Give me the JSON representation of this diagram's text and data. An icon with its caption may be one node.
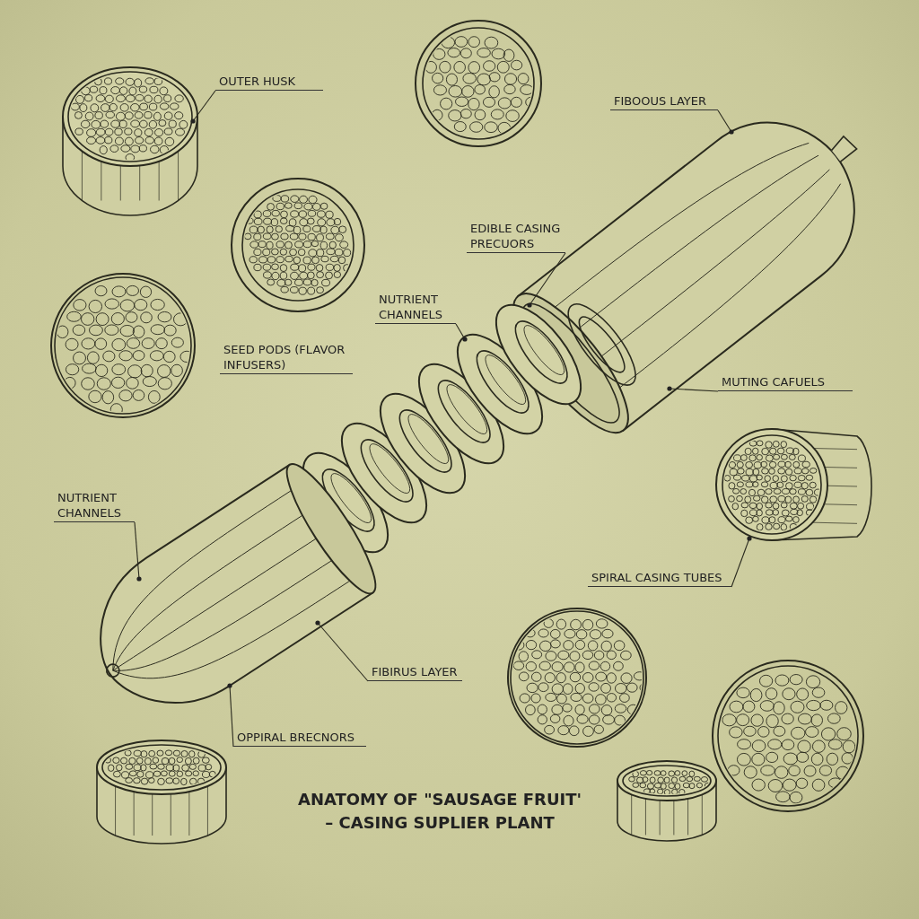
{
  "diagram": {
    "title": "ANATOMY OF \"SAUSAGE FRUIT' – CASING SUPLIER PLANT",
    "nodes": [
      {
        "text": [
          "OUTER HUSK"
        ]
      },
      {
        "text": [
          "FIBOOUS LAYER"
        ]
      },
      {
        "text": [
          "EDIBLE CASING PRECUORS"
        ]
      },
      {
        "text": [
          "NUTRIENT CHANNELS"
        ]
      },
      {
        "text": [
          "MUTING CAFUELS"
        ]
      },
      {
        "text": [
          "NUTRIENT CHANNELS"
        ]
      },
      {
        "text": [
          "SPIRAL CASING TUBES"
        ]
      },
      {
        "text": [
          "FIBIRUS LAYER"
        ]
      },
      {
        "text": [
          "OPPIRAL BRECNORS"
        ]
      },
      {
        "text": [],
        "shape": "picture"
      },
      {
        "text": [],
        "shape": "picture"
      },
      {
        "text": [],
        "shape": "picture"
      },
      {
        "text": [],
        "shape": "picture"
      },
      {
        "text": [],
        "shape": "picture"
      }
    ],
    "edges": [
      {
        "from": 0,
        "to": 9,
        "arrow": "other"
      },
      {
        "from": 1,
        "to": 10,
        "arrow": "other"
      },
      {
        "from": 2,
        "to": 10,
        "arrow": "other"
      },
      {
        "from": 3,
        "to": 11,
        "arrow": "other"
      },
      {
        "from": 4,
        "to": 10,
        "arrow": "other"
      },
      {
        "from": 5,
        "to": 13,
        "arrow": "other"
      },
      {
        "from": 6,
        "to": 12,
        "arrow": "other"
      },
      {
        "from": 7,
        "to": 13,
        "arrow": "other"
      },
      {
        "from": 8,
        "to": 13,
        "arrow": "other"
      }
    ],
    "labels": [
      "SEED PODS (FLAVOR INFUSERS)"
    ]
  }
}
